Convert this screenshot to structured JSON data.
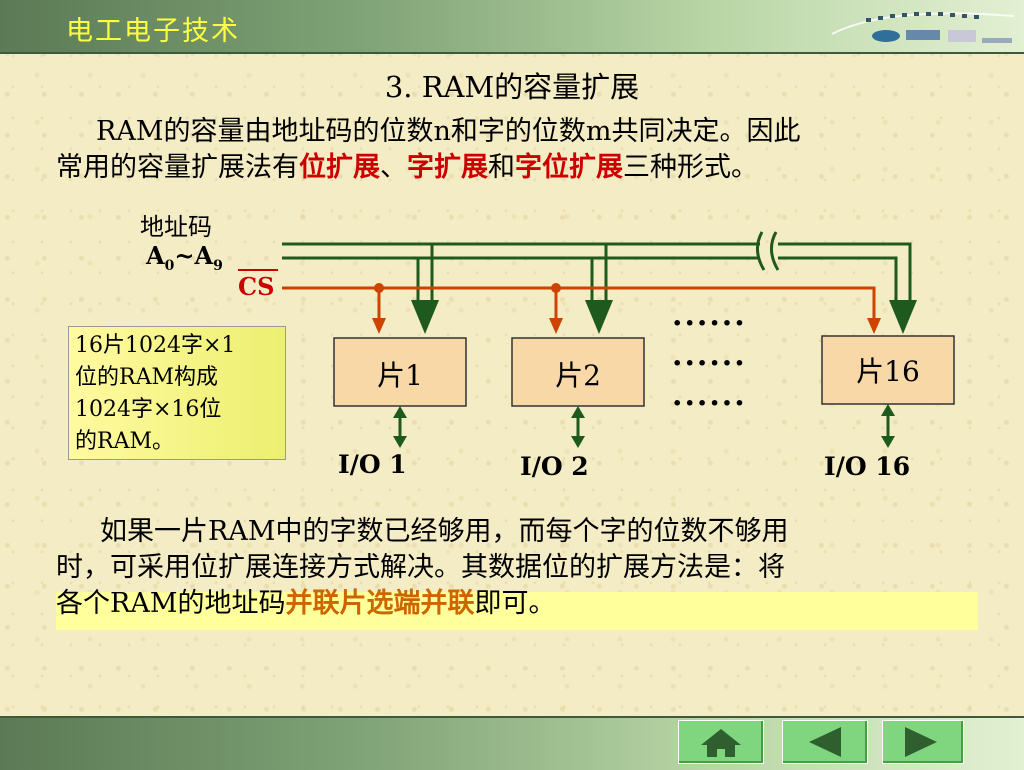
{
  "header": {
    "app_title": "电工电子技术"
  },
  "slide": {
    "title": "3.  RAM的容量扩展",
    "para1": {
      "line1": "RAM的容量由地址码的位数n和字的位数m共同决定。因此",
      "line2_pre": "常用的容量扩展法有",
      "hl1": "位扩展",
      "sep1": "、",
      "hl2": "字扩展",
      "sep2": "和",
      "hl3": "字位扩展",
      "line2_post": "三种形式。"
    },
    "diagram": {
      "addr_label": "地址码",
      "addr_range": "A",
      "addr_sub0": "0",
      "addr_tilde": "~A",
      "addr_sub9": "9",
      "cs_label": "CS",
      "chips": [
        {
          "label": "片1",
          "io": "I/O  1"
        },
        {
          "label": "片2",
          "io": "I/O  2"
        },
        {
          "label": "片16",
          "io": "I/O  16"
        }
      ],
      "ellipsis": "······",
      "note_lines": [
        "16片1024字×1",
        "位的RAM构成",
        "1024字×16位",
        "的RAM。"
      ]
    },
    "para2": {
      "line1": "如果一片RAM中的字数已经够用，而每个字的位数不够用",
      "line2": "时，可采用位扩展连接方式解决。其数据位的扩展方法是：将",
      "line3_pre": "各个RAM的地址码",
      "line3_hl": "并联片选端并联",
      "line3_post": "即可。"
    }
  },
  "nav": {
    "home": "home-icon",
    "prev": "triangle-left-icon",
    "next": "triangle-right-icon"
  },
  "colors": {
    "wire_green": "#1e5a1e",
    "wire_red": "#cc4400",
    "chip_fill": "#f9d8a8",
    "accent_yellow": "#ffff40"
  }
}
